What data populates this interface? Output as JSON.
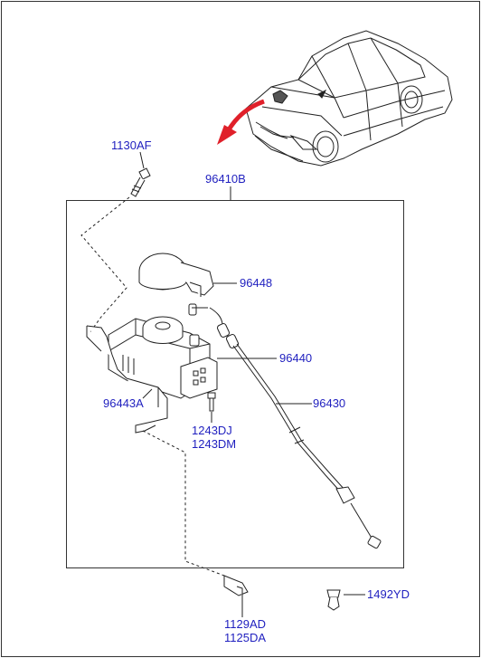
{
  "labels": {
    "p1130AF": "1130AF",
    "p96410B": "96410B",
    "p96448": "96448",
    "p96440": "96440",
    "p96430": "96430",
    "p96443A": "96443A",
    "p1243DJ": "1243DJ",
    "p1243DM": "1243DM",
    "p1129AD": "1129AD",
    "p1125DA": "1125DA",
    "p1492YD": "1492YD"
  },
  "colors": {
    "label_text": "#1f1fbf",
    "line_art": "#222222",
    "highlight_arrow": "#e0202a"
  }
}
